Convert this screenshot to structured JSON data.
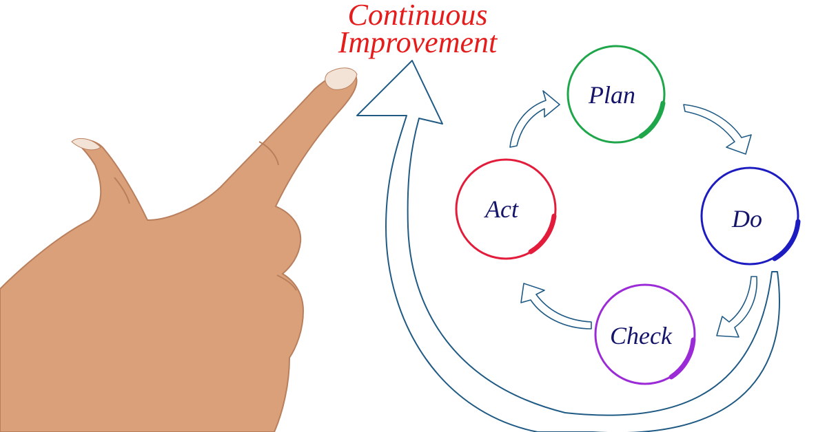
{
  "title": {
    "line1": "Continuous",
    "line2": "Improvement",
    "color": "#e51c1c"
  },
  "cycle": [
    {
      "id": "plan",
      "label": "Plan",
      "color": "#1fa64a"
    },
    {
      "id": "do",
      "label": "Do",
      "color": "#1c1cc0"
    },
    {
      "id": "check",
      "label": "Check",
      "color": "#9b2bd6"
    },
    {
      "id": "act",
      "label": "Act",
      "color": "#e21c3a"
    }
  ],
  "colors": {
    "label_text": "#14146a",
    "arrow_stroke": "#1f5a84",
    "arrow_fill": "#ffffff",
    "skin": "#d9a07a",
    "skin_shadow": "#b97f5c",
    "nail": "#f3e3d6"
  },
  "icons": {
    "hand": "pointing-hand-illustration",
    "big_arrow": "upward-curved-arrow",
    "cycle_arrows": "curved-arrow"
  }
}
